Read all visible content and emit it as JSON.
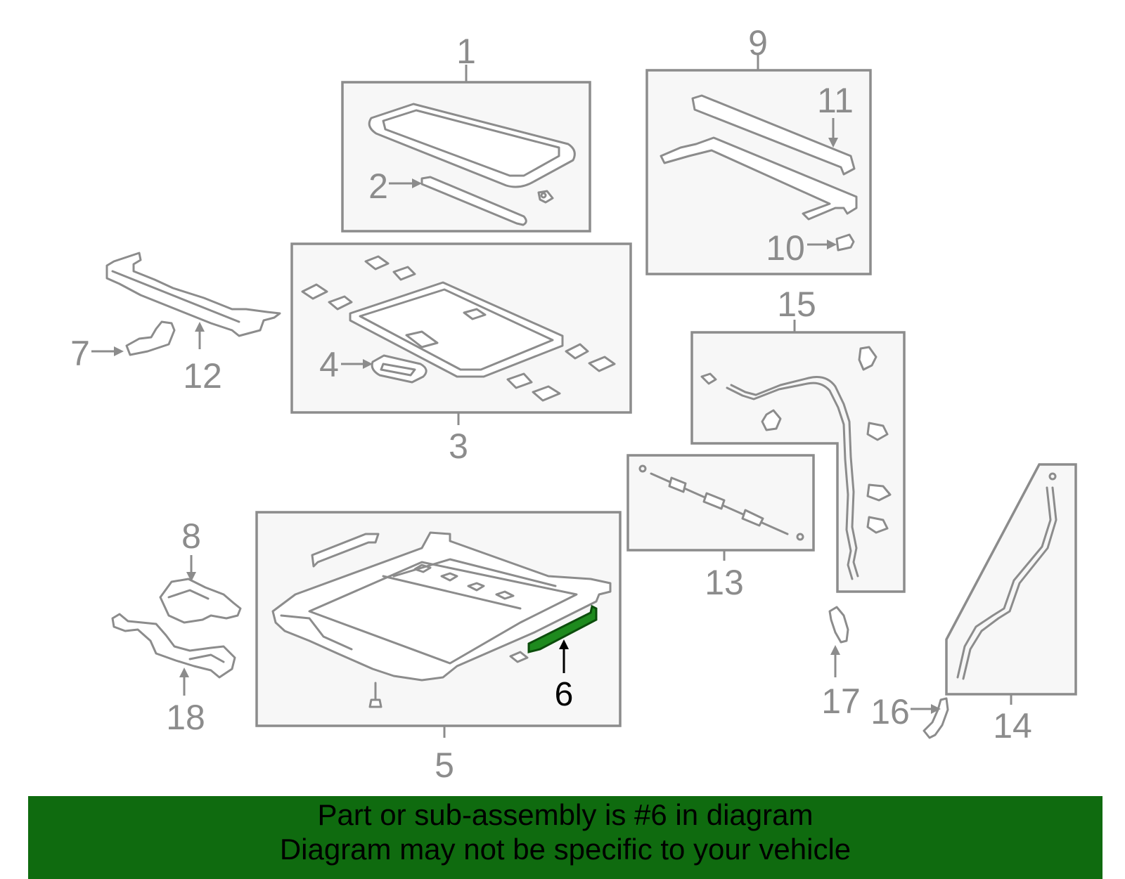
{
  "callouts": {
    "c1": "1",
    "c2": "2",
    "c3": "3",
    "c4": "4",
    "c5": "5",
    "c6": "6",
    "c7": "7",
    "c8": "8",
    "c9": "9",
    "c10": "10",
    "c11": "11",
    "c12": "12",
    "c13": "13",
    "c14": "14",
    "c15": "15",
    "c16": "16",
    "c17": "17",
    "c18": "18"
  },
  "highlight": {
    "part_number": "6",
    "color": "#1e8a1e"
  },
  "banner": {
    "line1": "Part or sub-assembly is #6 in diagram",
    "line2": "Diagram may not be specific to your vehicle",
    "background": "#0f6b0f"
  },
  "colors": {
    "line": "#8c8c8c",
    "box_fill": "#f7f7f7",
    "highlight_text": "#000000"
  }
}
